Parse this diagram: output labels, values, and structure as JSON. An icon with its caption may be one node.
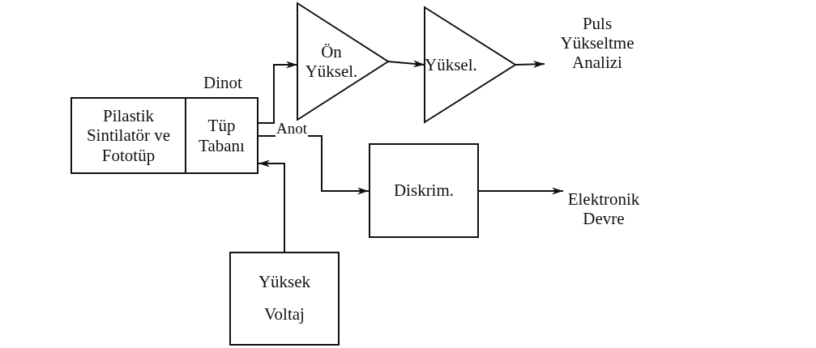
{
  "diagram": {
    "nodes": [
      {
        "text": [
          "Pilastik Sintilatör ve Fototüp"
        ]
      },
      {
        "text": [
          "Tüp Tabanı"
        ]
      },
      {
        "text": [
          "Ön Yüksel."
        ]
      },
      {
        "text": [
          "Yüksel."
        ]
      },
      {
        "text": [
          "Puls Yükseltme Analizi"
        ]
      },
      {
        "text": [
          "Diskrim."
        ]
      },
      {
        "text": [
          "Elektronik Devre"
        ]
      },
      {
        "text": [
          "Yüksek Voltaj"
        ]
      }
    ],
    "edges": [
      {
        "from": 1,
        "to": 2,
        "arrow": "to",
        "label": "Dinot"
      },
      {
        "from": 2,
        "to": 3,
        "arrow": "to"
      },
      {
        "from": 3,
        "to": 4,
        "arrow": "to"
      },
      {
        "from": 1,
        "to": 5,
        "arrow": "to",
        "label": "Anot"
      },
      {
        "from": 5,
        "to": 6,
        "arrow": "to"
      },
      {
        "from": 7,
        "to": 1,
        "arrow": "to"
      }
    ]
  }
}
